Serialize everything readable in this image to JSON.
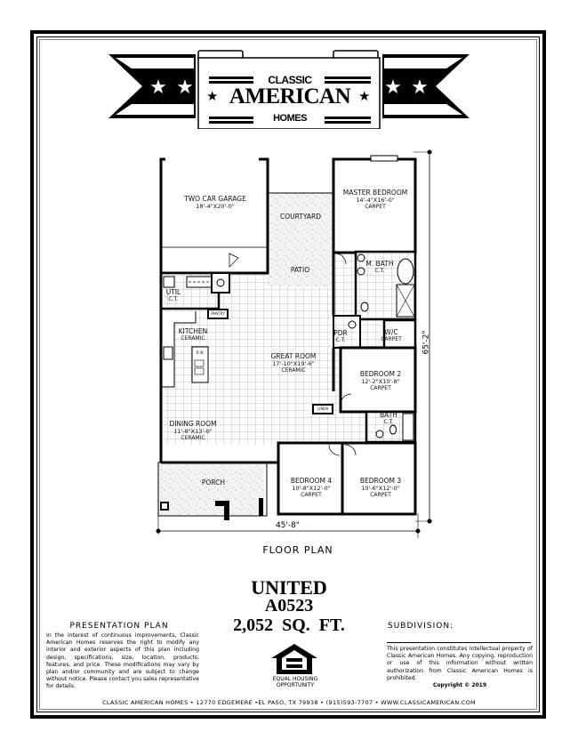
{
  "logo": {
    "line1": "CLASSIC",
    "line2": "AMERICAN",
    "line3": "HOMES",
    "star_icon": "★"
  },
  "floor_plan": {
    "label": "FLOOR PLAN",
    "overall_width": "45'-8\"",
    "overall_depth": "65'-2\"",
    "rooms": [
      {
        "name": "TWO CAR GARAGE",
        "dims": "18'-4\"X20'-0\"",
        "finish": ""
      },
      {
        "name": "COURTYARD",
        "dims": "",
        "finish": ""
      },
      {
        "name": "PATIO",
        "dims": "",
        "finish": ""
      },
      {
        "name": "MASTER BEDROOM",
        "dims": "14'-4\"X16'-0\"",
        "finish": "CARPET"
      },
      {
        "name": "M. BATH",
        "dims": "",
        "finish": "C.T."
      },
      {
        "name": "W/C",
        "dims": "",
        "finish": "CARPET"
      },
      {
        "name": "PDR",
        "dims": "",
        "finish": "C.T."
      },
      {
        "name": "UTIL",
        "dims": "",
        "finish": "C.T."
      },
      {
        "name": "PANTRY",
        "dims": "",
        "finish": ""
      },
      {
        "name": "KITCHEN",
        "dims": "",
        "finish": "CERAMIC"
      },
      {
        "name": "GREAT ROOM",
        "dims": "17'-10\"X19'-6\"",
        "finish": "CERAMIC"
      },
      {
        "name": "BEDROOM 2",
        "dims": "12'-2\"X10'-8\"",
        "finish": "CARPET"
      },
      {
        "name": "LINEN",
        "dims": "",
        "finish": ""
      },
      {
        "name": "BATH",
        "dims": "",
        "finish": "C.T."
      },
      {
        "name": "DINING ROOM",
        "dims": "11'-8\"X13'-0\"",
        "finish": "CERAMIC"
      },
      {
        "name": "PORCH",
        "dims": "",
        "finish": ""
      },
      {
        "name": "BEDROOM 4",
        "dims": "10'-8\"X12'-0\"",
        "finish": "CARPET"
      },
      {
        "name": "BEDROOM 3",
        "dims": "10'-6\"X12'-0\"",
        "finish": "CARPET"
      }
    ],
    "appliance_label": "D.W."
  },
  "plan_info": {
    "name": "UNITED",
    "code": "A0523",
    "sqft": "2,052  SQ.  FT."
  },
  "presentation": {
    "header": "PRESENTATION PLAN",
    "body": "In the interest of continuous improvements, Classic American Homes reserves the right to modify any interior and exterior aspects of this plan including design, specifications, size, location, products, features, and price. These modifications may vary by plan and/or community and are subject to change without notice. Please contact you sales representative for details."
  },
  "subdivision": {
    "header": "SUBDIVISION:",
    "value": "",
    "ip_notice": "This presentation constitutes intellectual property of Classic American Homes. Any copying, reproduction or use of this information without written authorization from Classic American Homes is prohibited.",
    "copyright": "Copyright © 2019"
  },
  "equal_housing": {
    "line1": "EQUAL HOUSING",
    "line2": "OPPORTUNITY"
  },
  "footer": {
    "text": "CLASSIC AMERICAN HOMES • 12770 EDGEMERE •EL PASO, TX 79938 • (915)593-7707 • WWW.CLASSICAMERICAN.COM"
  }
}
